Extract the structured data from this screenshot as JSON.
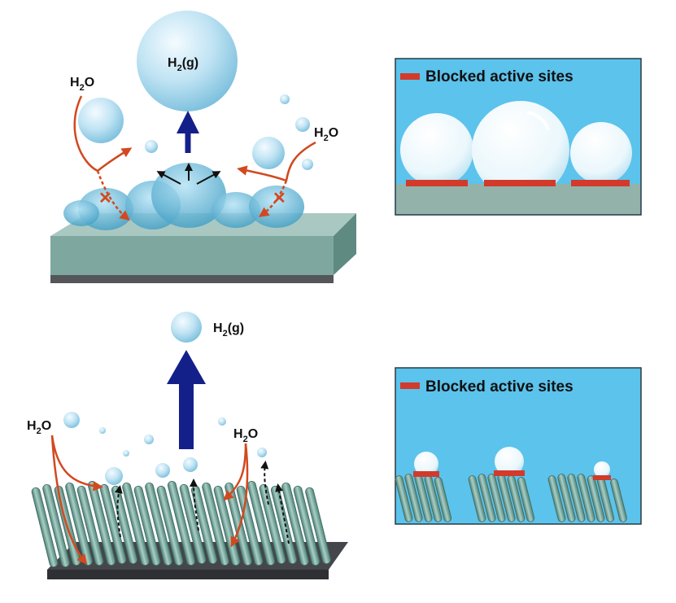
{
  "top_diagram": {
    "bubble_label": "H",
    "bubble_label_sub": "2",
    "bubble_label_suffix": "(g)",
    "water_left": "H",
    "water_left_sub": "2",
    "water_left_suffix": "O",
    "water_right": "H",
    "water_right_sub": "2",
    "water_right_suffix": "O"
  },
  "top_panel": {
    "legend_label": "Blocked active sites",
    "colors": {
      "background": "#5bc3ec",
      "substrate": "#93b3aa",
      "blocked_site": "#d23a2c"
    }
  },
  "bottom_diagram": {
    "bubble_label": "H",
    "bubble_label_sub": "2",
    "bubble_label_suffix": "(g)",
    "water_left": "H",
    "water_left_sub": "2",
    "water_left_suffix": "O",
    "water_right": "H",
    "water_right_sub": "2",
    "water_right_suffix": "O"
  },
  "bottom_panel": {
    "legend_label": "Blocked active sites"
  },
  "colors": {
    "arrow_blue": "#14208a",
    "arrow_red": "#d2491f",
    "bubble": "#b9dff0",
    "nanorod": "#6f9f95",
    "base_dark": "#4a4b50"
  }
}
